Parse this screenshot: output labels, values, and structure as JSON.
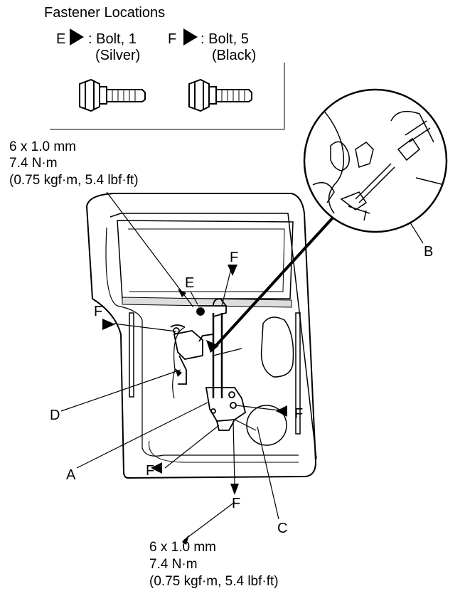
{
  "header": {
    "title": "Fastener Locations",
    "fastener_e": {
      "letter": "E",
      "desc": ": Bolt, 1",
      "color": "(Silver)"
    },
    "fastener_f": {
      "letter": "F",
      "desc": ": Bolt, 5",
      "color": "(Black)"
    }
  },
  "torque_spec_top": {
    "size": "6 x 1.0 mm",
    "torque": "7.4 N·m",
    "alt": "(0.75 kgf·m, 5.4 lbf·ft)"
  },
  "torque_spec_bottom": {
    "size": "6 x 1.0 mm",
    "torque": "7.4 N·m",
    "alt": "(0.75 kgf·m, 5.4 lbf·ft)"
  },
  "callouts": {
    "A": "A",
    "B": "B",
    "C": "C",
    "D": "D",
    "E": "E",
    "F": "F"
  },
  "icons": [
    "arrow-marker-icon",
    "bolt-icon",
    "door-panel-diagram",
    "detail-magnifier-circle"
  ]
}
